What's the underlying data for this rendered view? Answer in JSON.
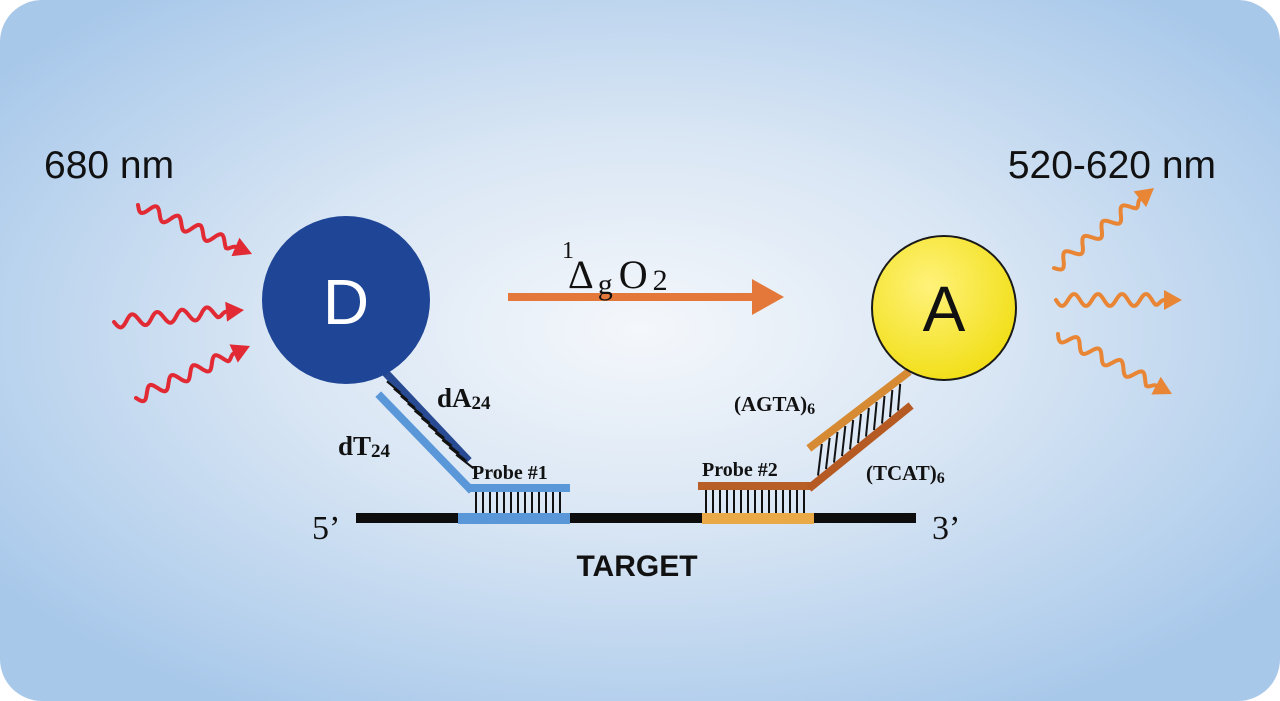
{
  "colors": {
    "background_center": "#f4f7fb",
    "background_edge": "#a8c8ea",
    "donor": "#1f4596",
    "acceptor": "#f7e41f",
    "incoming_wave": "#e12a33",
    "outgoing_wave": "#e98636",
    "singlet_oxygen_arrow": "#e4783a",
    "target_strand": "#0d0d0d",
    "probe1": "#5a97d8",
    "dA_linker": "#284a92",
    "probe2": "#b85f28",
    "probe2_underlay": "#eaa947",
    "agta_linker": "#d68a34",
    "tcat_linker": "#b65a24"
  },
  "excitation": {
    "label": "680 nm",
    "icon": "wavy-arrow-icon"
  },
  "emission": {
    "label": "520-620 nm",
    "icon": "wavy-arrow-icon"
  },
  "donor": {
    "label": "D"
  },
  "acceptor": {
    "label": "A"
  },
  "transfer": {
    "superscript": "1",
    "delta": "Δ",
    "g": "g",
    "o": "O",
    "sub": "2"
  },
  "linkers": {
    "dA": {
      "base": "dA",
      "sub": "24"
    },
    "dT": {
      "base": "dT",
      "sub": "24"
    },
    "agta": {
      "base": "(AGTA)",
      "sub": "6"
    },
    "tcat": {
      "base": "(TCAT)",
      "sub": "6"
    }
  },
  "probes": {
    "probe1": "Probe #1",
    "probe2": "Probe #2"
  },
  "target": {
    "label": "TARGET",
    "five_prime": "5’",
    "three_prime": "3’"
  }
}
